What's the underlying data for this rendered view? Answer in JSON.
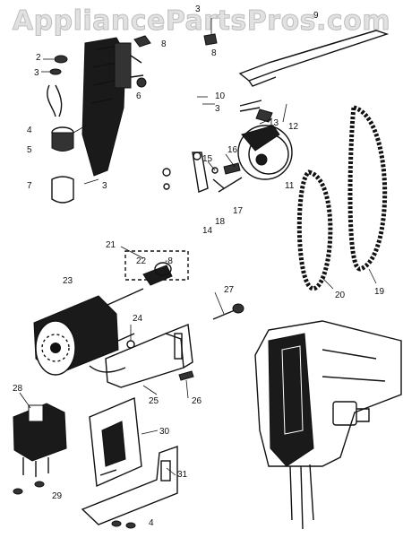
{
  "watermark": "AppliancePartsPros.com",
  "callouts": {
    "n2": "2",
    "n3a": "3",
    "n3b": "3",
    "n3c": "3",
    "n3d": "3",
    "n4a": "4",
    "n4b": "4",
    "n5": "5",
    "n6": "6",
    "n7": "7",
    "n8a": "8",
    "n8b": "8",
    "n8c": "-8",
    "n9": "9",
    "n10": "10",
    "n11": "11",
    "n12": "12",
    "n13": "13",
    "n14": "14",
    "n15": "15",
    "n16": "16",
    "n17": "17",
    "n18": "18",
    "n19": "19",
    "n20": "20",
    "n21": "21",
    "n22": "22",
    "n23": "23",
    "n24": "24",
    "n25": "25",
    "n26": "26",
    "n27": "27",
    "n28": "28",
    "n29": "29",
    "n30": "30",
    "n31": "31"
  }
}
